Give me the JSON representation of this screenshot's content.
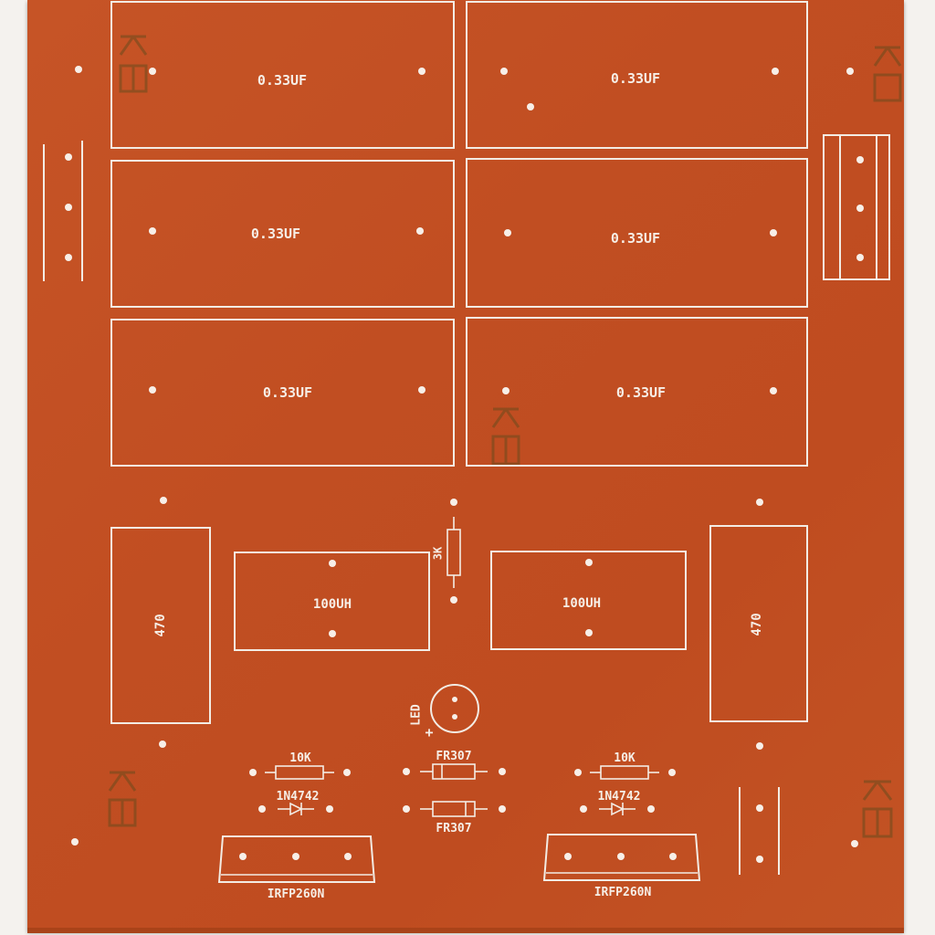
{
  "board": {
    "color": "#c2501f",
    "silkscreen_color": "#f3ece4"
  },
  "components": {
    "capacitors": [
      {
        "label": "0.33UF"
      },
      {
        "label": "0.33UF"
      },
      {
        "label": "0.33UF"
      },
      {
        "label": "0.33UF"
      },
      {
        "label": "0.33UF"
      },
      {
        "label": "0.33UF"
      }
    ],
    "inductors": [
      {
        "label": "100UH"
      },
      {
        "label": "100UH"
      }
    ],
    "resistors_large": [
      {
        "label": "470"
      },
      {
        "label": "470"
      }
    ],
    "resistor_small": {
      "label": "3K"
    },
    "led": {
      "label": "LED",
      "polarity": "+"
    },
    "resistors_10k": [
      {
        "label": "10K"
      },
      {
        "label": "10K"
      }
    ],
    "zeners": [
      {
        "label": "1N4742"
      },
      {
        "label": "1N4742"
      }
    ],
    "diodes": [
      {
        "label": "FR307"
      },
      {
        "label": "FR307"
      }
    ],
    "transistors": [
      {
        "label": "IRFP260N"
      },
      {
        "label": "IRFP260N"
      }
    ]
  }
}
